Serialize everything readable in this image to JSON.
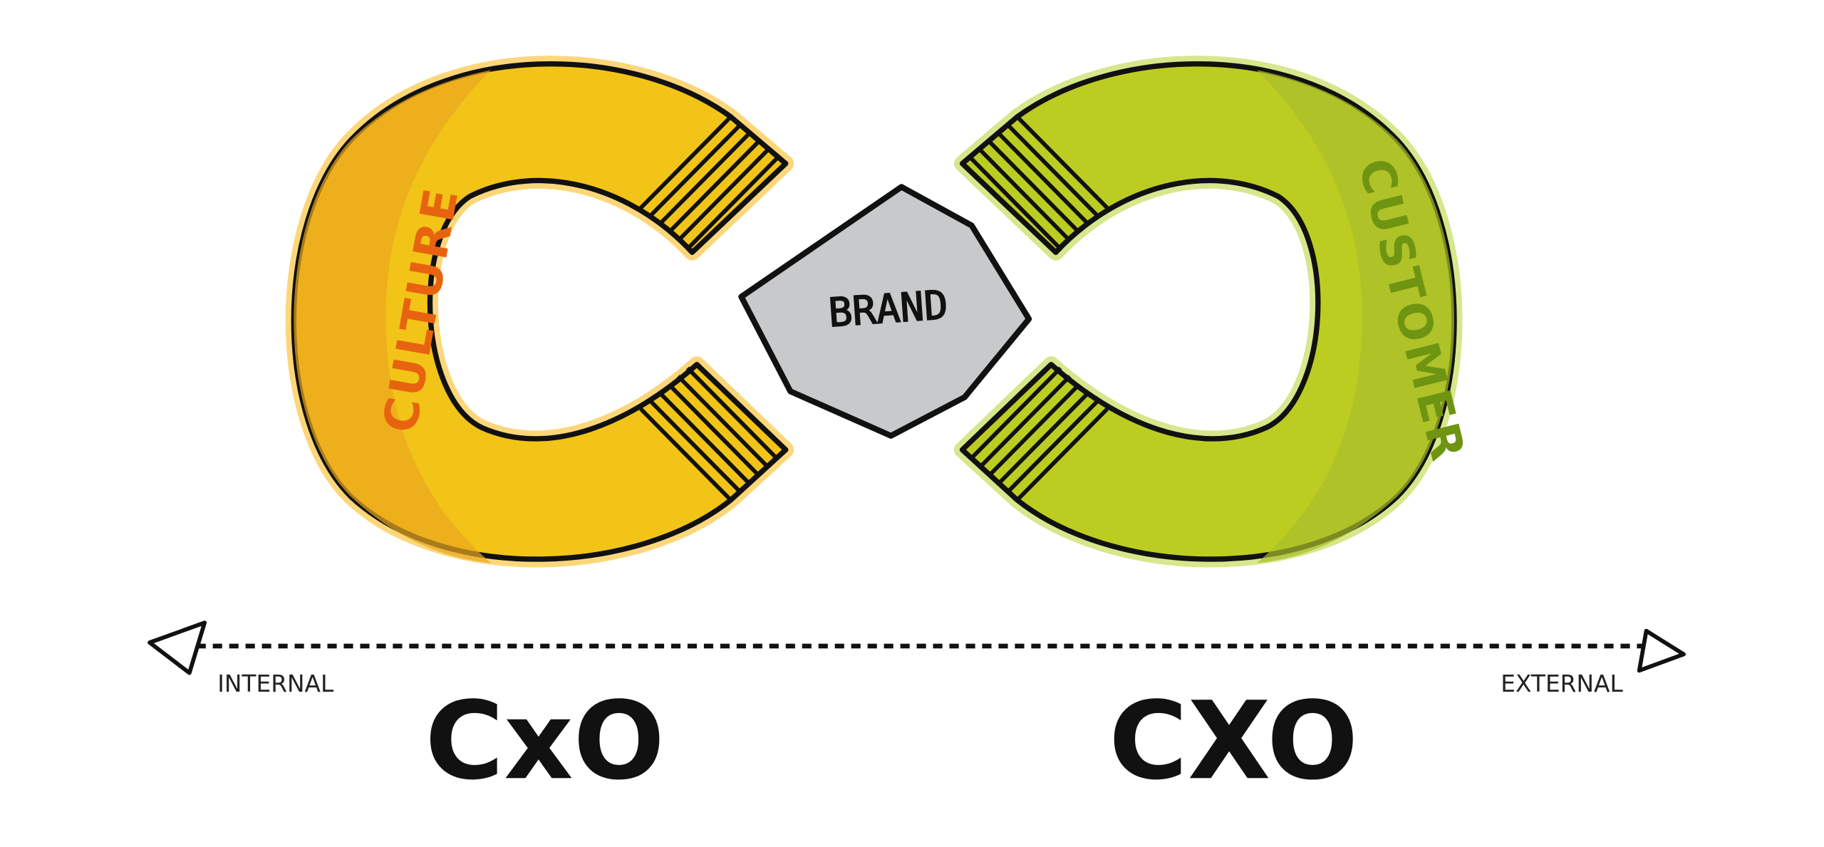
{
  "diagram": {
    "left_loop": {
      "label": "CULTURE",
      "fill": "#f2c417",
      "shade": "#eba820",
      "halo": "#fcd77a",
      "text_color": "#e8630f"
    },
    "center": {
      "label": "BRAND",
      "fill": "#c8c9cb"
    },
    "right_loop": {
      "label": "CUSTOMER",
      "fill": "#bccd22",
      "shade": "#a9bd2a",
      "halo": "#d6e78c",
      "text_color": "#6e9412"
    },
    "axis": {
      "left_label": "INTERNAL",
      "right_label": "EXTERNAL"
    },
    "titles": {
      "left": "CxO",
      "right": "CXO"
    }
  }
}
